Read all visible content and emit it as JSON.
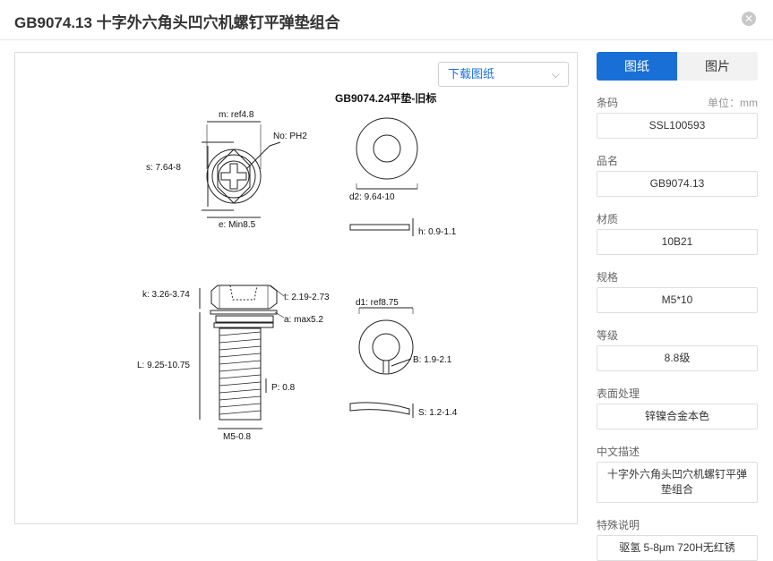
{
  "header": {
    "title": "GB9074.13  十字外六角头凹穴机螺钉平弹垫组合",
    "close_glyph": "✕"
  },
  "drawing": {
    "dropdown_label": "下载图纸",
    "chevron_glyph": "⌵",
    "washer_title": "GB9074.24平垫-旧标",
    "labels": {
      "m": "m: ref4.8",
      "no": "No: PH2",
      "s": "s: 7.64-8",
      "e": "e: Min8.5",
      "d2": "d2: 9.64-10",
      "h": "h: 0.9-1.1",
      "k": "k: 3.26-3.74",
      "t": "t: 2.19-2.73",
      "a": "a: max5.2",
      "L": "L: 9.25-10.75",
      "P": "P: 0.8",
      "M": "M5-0.8",
      "d1": "d1: ref8.75",
      "B": "B: 1.9-2.1",
      "S": "S: 1.2-1.4"
    }
  },
  "panel": {
    "tabs": [
      {
        "label": "图纸"
      },
      {
        "label": "图片"
      }
    ],
    "unit_label": "单位：mm",
    "fields": [
      {
        "label": "条码",
        "value": "SSL100593"
      },
      {
        "label": "品名",
        "value": "GB9074.13"
      },
      {
        "label": "材质",
        "value": "10B21"
      },
      {
        "label": "规格",
        "value": "M5*10"
      },
      {
        "label": "等级",
        "value": "8.8级"
      },
      {
        "label": "表面处理",
        "value": "锌镍合金本色"
      },
      {
        "label": "中文描述",
        "value": "十字外六角头凹穴机螺钉平弹垫组合"
      },
      {
        "label": "特殊说明",
        "value": "驱氢 5-8μm 720H无红锈"
      }
    ]
  }
}
